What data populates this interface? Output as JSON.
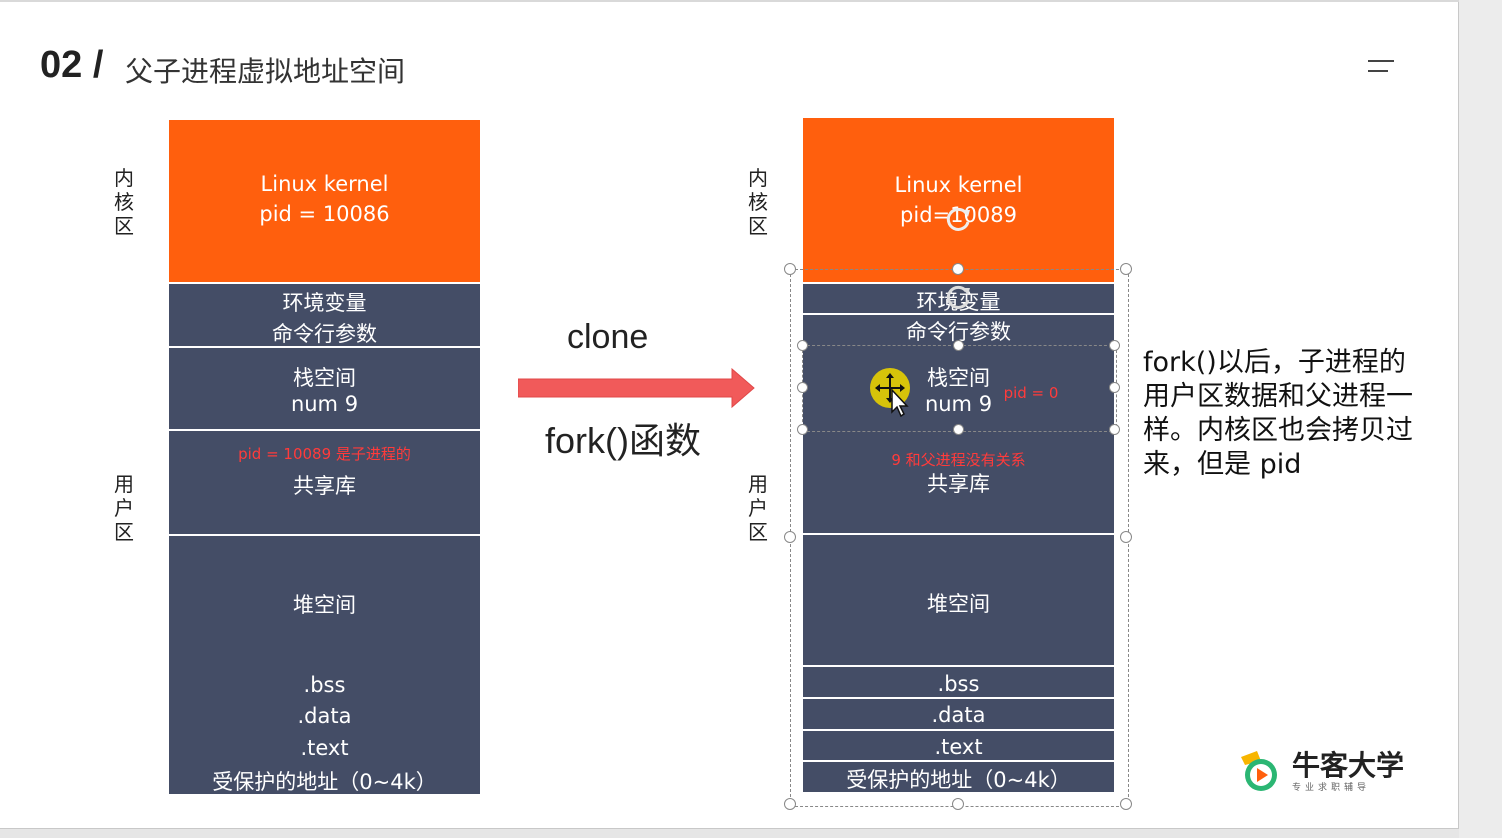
{
  "header": {
    "number": "02 /",
    "title": "父子进程虚拟地址空间"
  },
  "labels": {
    "kernel_area": "内核区",
    "user_area": "用户区"
  },
  "left": {
    "kernel_line1": "Linux kernel",
    "kernel_line2": "pid = 10086",
    "env": "环境变量",
    "args": "命令行参数",
    "stack": "栈空间",
    "num": "num 9",
    "note": "pid = 10089 是子进程的",
    "shared_lib": "共享库",
    "heap": "堆空间",
    "bss": ".bss",
    "data": ".data",
    "text": ".text",
    "protected": "受保护的地址（0~4k）"
  },
  "middle": {
    "clone": "clone",
    "fork": "fork()函数"
  },
  "right": {
    "kernel_line1": "Linux kernel",
    "kernel_line2": "pid=10089",
    "env": "环境变量",
    "args": "命令行参数",
    "stack": "栈空间",
    "num": "num 9",
    "pid_note": "pid = 0",
    "note": "9 和父进程没有关系",
    "shared_lib": "共享库",
    "heap": "堆空间",
    "bss": ".bss",
    "data": ".data",
    "text": ".text",
    "protected": "受保护的地址（0~4k）"
  },
  "description": "fork()以后，子进程的用户区数据和父进程一样。内核区也会拷贝过来，但是 pid",
  "logo": {
    "name": "牛客大学",
    "subtitle": "专业求职辅导"
  },
  "colors": {
    "kernel": "#ff5f0d",
    "user": "#444d66",
    "arrow": "#f15a5a",
    "note_red": "#ff3b3b"
  },
  "icons": [
    "menu-icon",
    "arrow-right-icon",
    "move-cursor-icon",
    "rotate-handle-icon",
    "logo-icon"
  ]
}
